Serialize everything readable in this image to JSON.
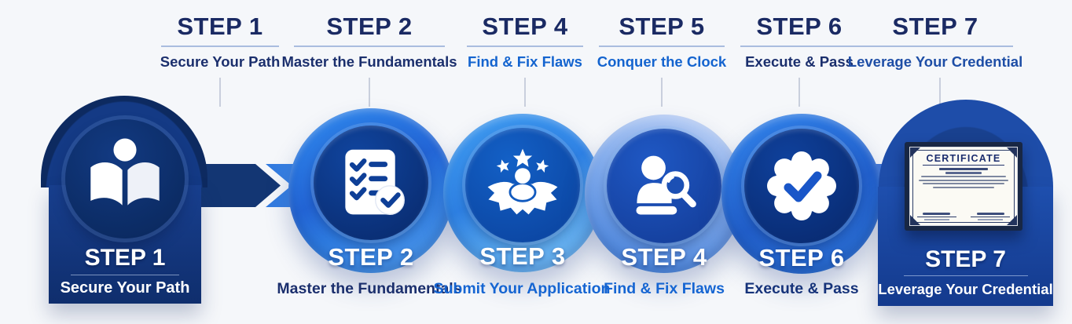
{
  "background": "#f5f7fa",
  "palette": {
    "heading_navy": "#1a2a63",
    "subtitle_navy": "#1b2f6d",
    "subtitle_blue": "#1464cf",
    "subtitle_mid_blue": "#1e4ea6",
    "band_navy": "#133673",
    "band_blue": "#3b85e6",
    "band_light_blue": "#aac6f3",
    "badge_start_navy": "#0d2a60",
    "badge_end_blue": "#1e4fae",
    "inner_disc_navy": "#0e3f97",
    "step_text_white": "#ffffff"
  },
  "top_row": {
    "items": [
      {
        "step": "STEP 1",
        "subtitle": "Secure Your Path"
      },
      {
        "step": "STEP 2",
        "subtitle": "Master the Fundamentals"
      },
      {
        "step": "STEP 4",
        "subtitle": "Find & Fix Flaws"
      },
      {
        "step": "STEP 5",
        "subtitle": "Conquer the Clock"
      },
      {
        "step": "STEP 6",
        "subtitle": "Execute & Pass"
      },
      {
        "step": "STEP 7",
        "subtitle": "Leverage Your Credential"
      }
    ]
  },
  "start_badge": {
    "step": "STEP 1",
    "label": "Secure Your Path",
    "icon": "book-reader-icon"
  },
  "flow_steps": [
    {
      "step": "STEP 2",
      "label": "Master the Fundamentals",
      "icon": "checklist-check-icon"
    },
    {
      "step": "STEP 3",
      "label": "Submit Your Application",
      "icon": "applicant-stars-gear-icon"
    },
    {
      "step": "STEP 4",
      "label": "Find & Fix Flaws",
      "icon": "person-magnifier-icon"
    },
    {
      "step": "STEP 6",
      "label": "Execute & Pass",
      "icon": "verified-seal-check-icon"
    }
  ],
  "end_badge": {
    "step": "STEP 7",
    "label": "Leverage Your Credential",
    "icon": "certificate-image",
    "certificate_title": "CERTIFICATE"
  }
}
